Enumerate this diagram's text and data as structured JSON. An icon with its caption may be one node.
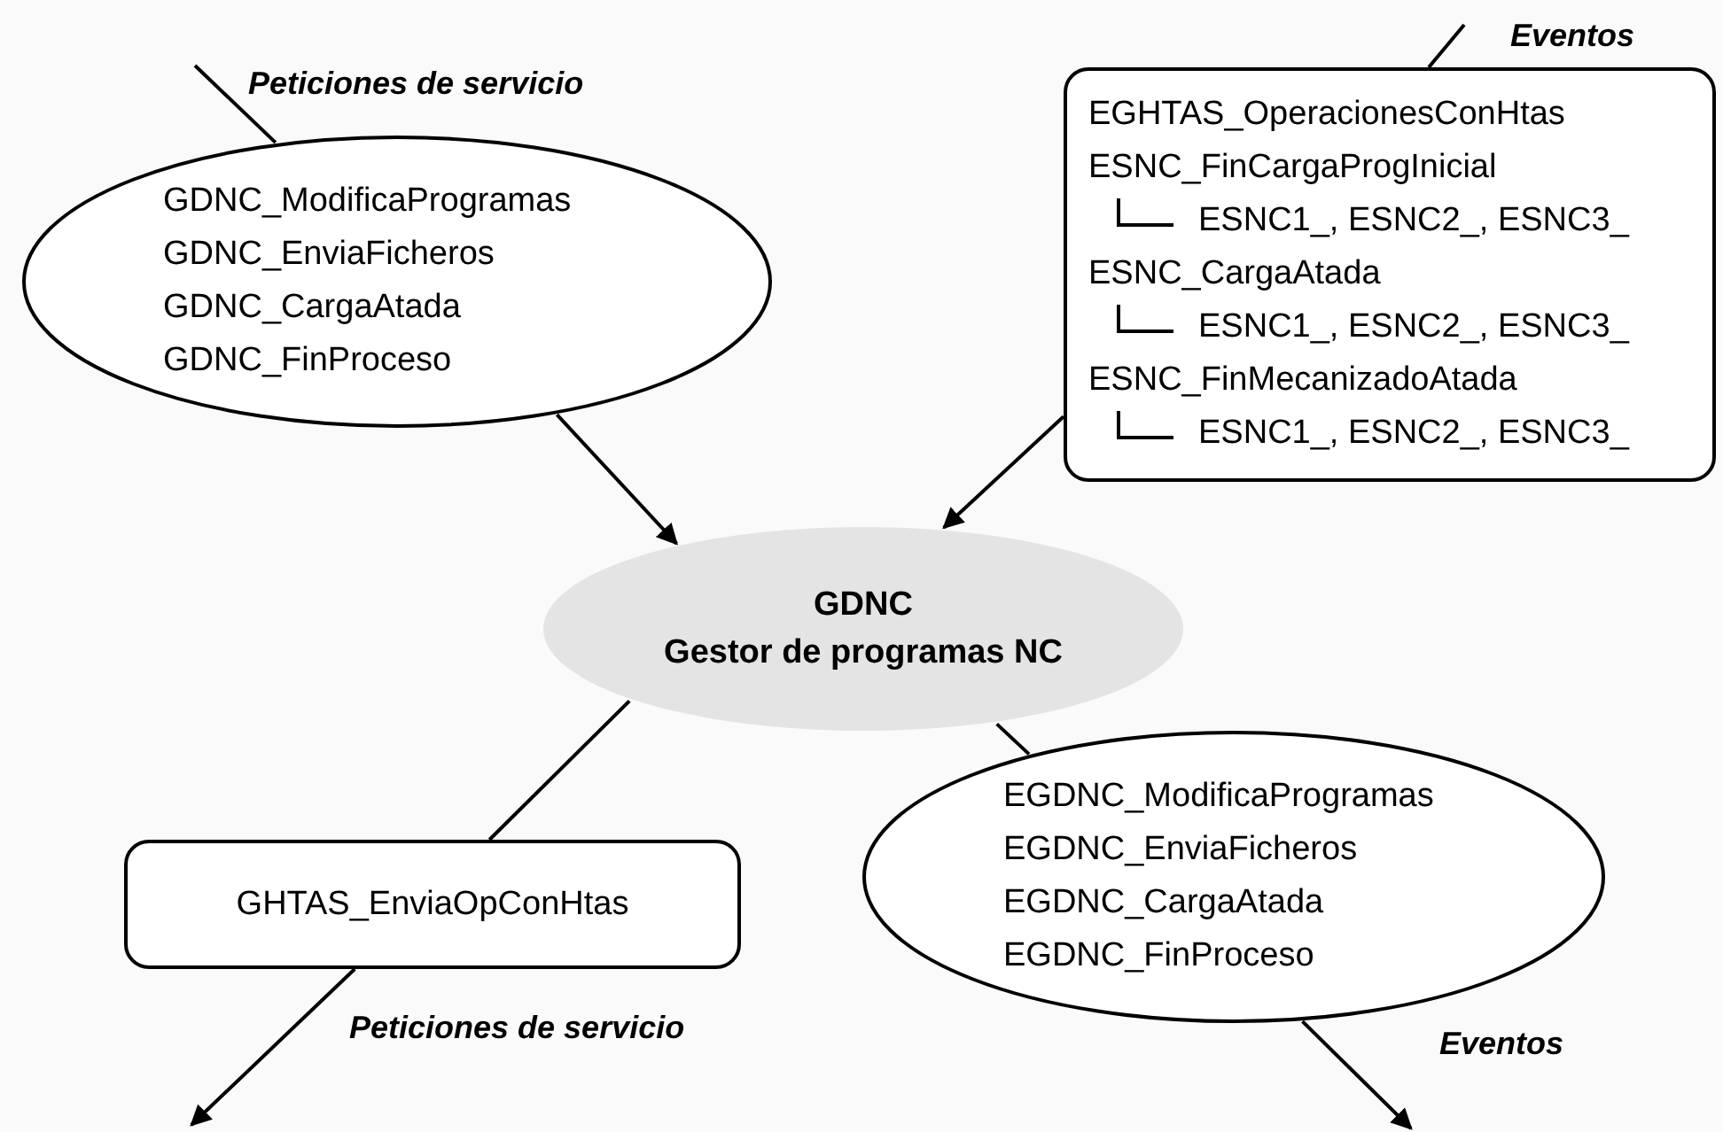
{
  "diagram": {
    "nodes": [
      {
        "text": [
          "GDNC_ModificaProgramas",
          "GDNC_EnviaFicheros",
          "GDNC_CargaAtada",
          "GDNC_FinProceso"
        ]
      },
      {
        "text": [
          "EGHTAS_OperacionesConHtas",
          "ESNC_FinCargaProgInicial",
          "ESNC1_, ESNC2_, ESNC3_",
          "ESNC_CargaAtada",
          "ESNC1_, ESNC2_, ESNC3_",
          "ESNC_FinMecanizadoAtada",
          "ESNC1_, ESNC2_, ESNC3_"
        ]
      },
      {
        "text": [
          "GDNC",
          "Gestor de programas NC"
        ]
      },
      {
        "text": [
          "GHTAS_EnviaOpConHtas"
        ]
      },
      {
        "text": [
          "EGDNC_ModificaProgramas",
          "EGDNC_EnviaFicheros",
          "EGDNC_CargaAtada",
          "EGDNC_FinProceso"
        ]
      }
    ],
    "edges": [
      {
        "from": null,
        "to": 0,
        "arrow": "none",
        "label": "Peticiones de servicio"
      },
      {
        "from": 0,
        "to": 2,
        "arrow": "to"
      },
      {
        "from": null,
        "to": 1,
        "arrow": "none",
        "label": "Eventos"
      },
      {
        "from": 1,
        "to": 2,
        "arrow": "to"
      },
      {
        "from": 2,
        "to": 3,
        "arrow": "none"
      },
      {
        "from": 3,
        "to": null,
        "arrow": "to",
        "label": "Peticiones de servicio"
      },
      {
        "from": 2,
        "to": 4,
        "arrow": "none"
      },
      {
        "from": 4,
        "to": null,
        "arrow": "to",
        "label": "Eventos"
      }
    ]
  }
}
